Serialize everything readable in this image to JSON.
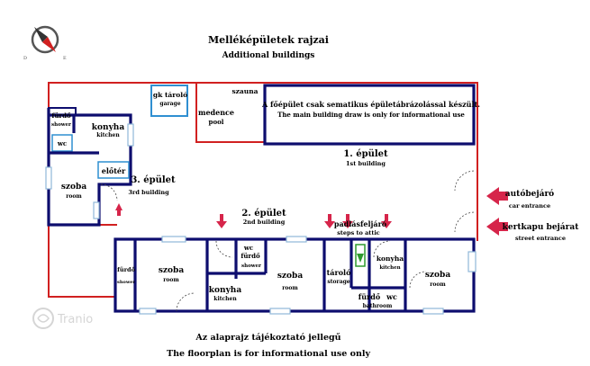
{
  "title": {
    "hu": "Melléképületek rajzai",
    "en": "Additional buildings"
  },
  "compass": {
    "labels": [
      "D",
      "E"
    ]
  },
  "note_top": {
    "hu": "A főépület csak sematikus épületábrázolással készült.",
    "en": "The main building draw is only for informational use"
  },
  "note_bottom": {
    "hu": "Az alaprajz tájékoztató jellegű",
    "en": "The floorplan is for informational use only"
  },
  "watermark": "Tranio",
  "colors": {
    "wall": "#0d0d6e",
    "outline": "#d12020",
    "arrow": "#d6254a",
    "window": "#8fb7d8",
    "stair": "#2e9a2e"
  },
  "rooms": {
    "garage": {
      "hu": "gk tároló",
      "en": "garage"
    },
    "sauna": {
      "hu": "szauna"
    },
    "pool": {
      "hu": "medence",
      "en": "pool"
    },
    "building1": {
      "hu": "1. épület",
      "en": "1st building"
    },
    "building2": {
      "hu": "2. épület",
      "en": "2nd building"
    },
    "building3": {
      "hu": "3. épület",
      "en": "3rd building"
    },
    "b3_bath": {
      "hu": "fürdő",
      "en": "shower"
    },
    "b3_wc": {
      "hu": "wc"
    },
    "b3_kitchen": {
      "hu": "konyha",
      "en": "kitchen"
    },
    "b3_hall": {
      "hu": "előtér"
    },
    "b3_room": {
      "hu": "szoba",
      "en": "room"
    },
    "b2_bath_left": {
      "hu": "fürdő",
      "en": "shower"
    },
    "b2_room1": {
      "hu": "szoba",
      "en": "room"
    },
    "b2_wc": {
      "hu": "wc"
    },
    "b2_bath": {
      "hu": "fürdő",
      "en": "shower"
    },
    "b2_kitchen1": {
      "hu": "konyha",
      "en": "kitchen"
    },
    "b2_room2": {
      "hu": "szoba",
      "en": "room"
    },
    "b2_storage": {
      "hu": "tároló",
      "en": "storage"
    },
    "b2_kitchen2": {
      "hu": "konyha",
      "en": "kitchen"
    },
    "b2_bathroom": {
      "hu": "fürdő",
      "wc": "wc",
      "en": "bathroom"
    },
    "b2_room3": {
      "hu": "szoba",
      "en": "room"
    }
  },
  "stairs": {
    "hu": "padlásfeljáró",
    "en": "steps to attic"
  },
  "entrances": {
    "car": {
      "hu": "autóbejáró",
      "en": "car entrance"
    },
    "street": {
      "hu": "kertkapu bejárat",
      "en": "street entrance"
    }
  }
}
